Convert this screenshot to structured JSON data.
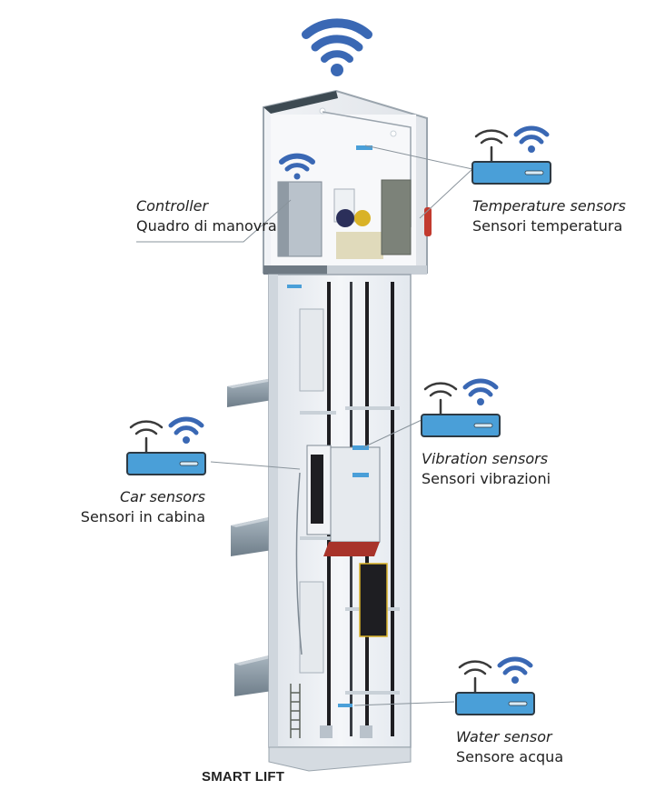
{
  "title": "SMART LIFT",
  "colors": {
    "wifi_blue": "#3a68b4",
    "router_fill": "#4a9fd8",
    "router_stroke": "#2d3a44",
    "wifi_gray": "#3a3a3a",
    "shaft_wall": "#e9edf2",
    "shaft_edge": "#9aa4ad",
    "car_floor": "#a8332a",
    "counterweight": "#1e1e22",
    "accent_yellow": "#d9b227"
  },
  "icons": {
    "top": "wifi-icon",
    "controller": "wifi-icon",
    "sensor_node": "router-icon"
  },
  "labels": {
    "controller": {
      "en": "Controller",
      "it": "Quadro di manovra"
    },
    "temperature": {
      "en": "Temperature sensors",
      "it": "Sensori temperatura"
    },
    "vibration": {
      "en": "Vibration sensors",
      "it": "Sensori vibrazioni"
    },
    "car": {
      "en": "Car sensors",
      "it": "Sensori in cabina"
    },
    "water": {
      "en": "Water sensor",
      "it": "Sensore acqua"
    }
  }
}
